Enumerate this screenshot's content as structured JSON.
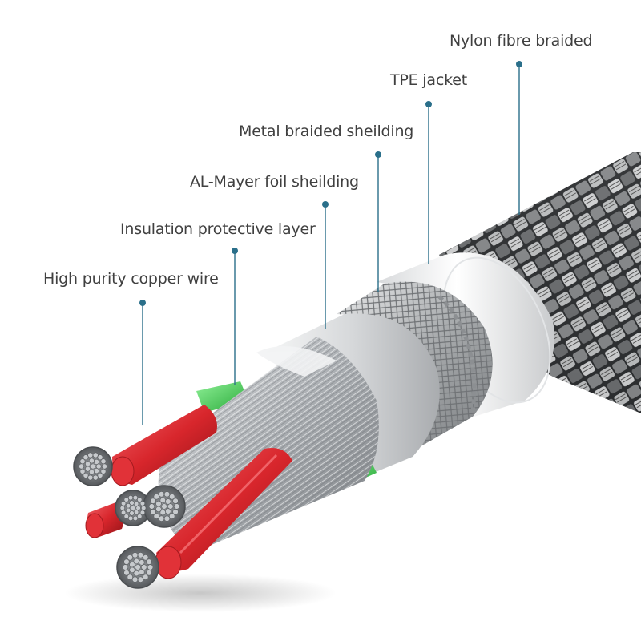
{
  "labels": [
    {
      "id": "copper",
      "text": "High purity copper wire"
    },
    {
      "id": "insulation",
      "text": "Insulation protective layer"
    },
    {
      "id": "foil",
      "text": "AL-Mayer foil sheilding"
    },
    {
      "id": "metal-braid",
      "text": "Metal braided sheilding"
    },
    {
      "id": "tpe",
      "text": "TPE jacket"
    },
    {
      "id": "nylon",
      "text": "Nylon fibre braided"
    }
  ],
  "colors": {
    "leader": "#2a6f8a",
    "label_text": "#404040",
    "copper_red": "#d8262c",
    "insulation_green": "#38c64a",
    "silver": "#b9bcbf",
    "jacket_white": "#f4f5f5",
    "nylon_dark": "#3a3c3e"
  }
}
